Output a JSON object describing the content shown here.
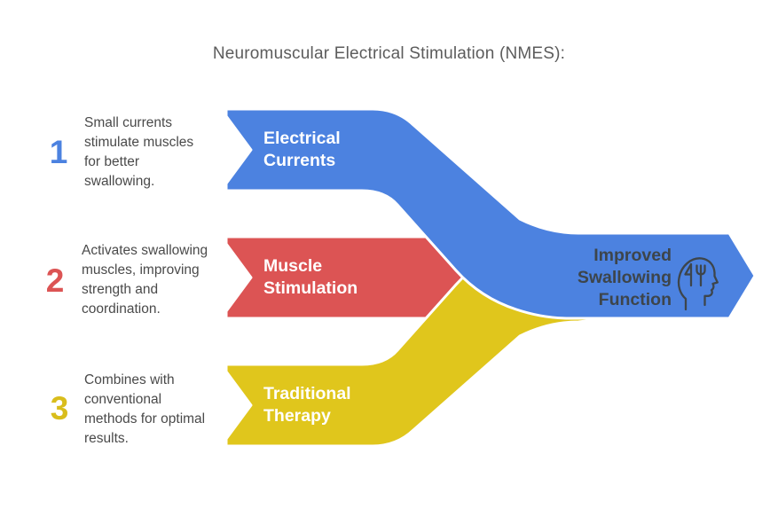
{
  "title": "Neuromuscular Electrical Stimulation (NMES):",
  "colors": {
    "blue": "#4c82e0",
    "red": "#dc5454",
    "yellow": "#e0c61c",
    "title_text": "#5c5c5c",
    "body_text": "#4a4a4a",
    "result_text": "#3d454b",
    "icon_stroke": "#3d454b",
    "band_label_text": "#ffffff",
    "separator": "#ffffff"
  },
  "steps": [
    {
      "number": "1",
      "description": "Small currents stimulate muscles for better swallowing.",
      "band_label": "Electrical Currents",
      "color": "#4c82e0"
    },
    {
      "number": "2",
      "description": "Activates swallowing muscles, improving strength and coordination.",
      "band_label": "Muscle Stimulation",
      "color": "#dc5454"
    },
    {
      "number": "3",
      "description": "Combines with conventional methods for optimal results.",
      "band_label": "Traditional Therapy",
      "color": "#e0c61c"
    }
  ],
  "result": {
    "label": "Improved Swallowing Function",
    "icon": "head-with-fork-icon"
  }
}
